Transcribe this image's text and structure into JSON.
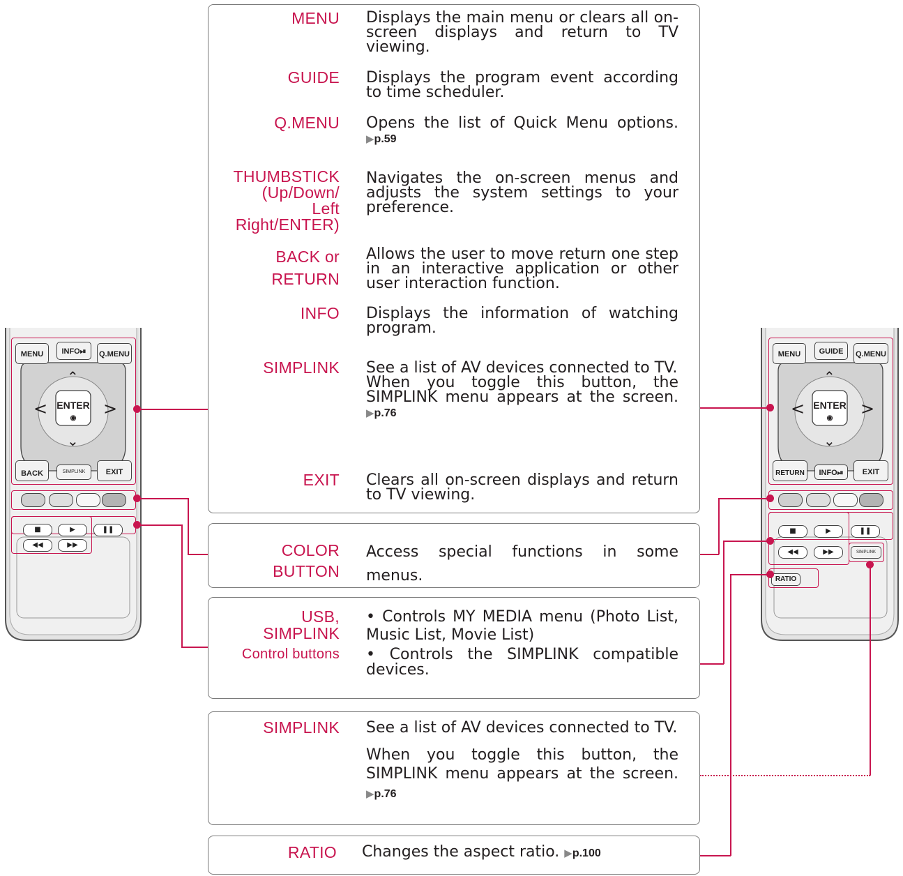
{
  "colors": {
    "accent": "#c8154f",
    "text": "#231f20",
    "border": "#7a7a7a",
    "remote_body": "#e4e4e4"
  },
  "main_box": {
    "entries": [
      {
        "term": "MENU",
        "desc": "Displays the main menu or clears all on-screen displays and return to TV viewing."
      },
      {
        "term": "GUIDE",
        "desc": "Displays the program event according to time scheduler."
      },
      {
        "term": "Q.MENU",
        "desc": "Opens the list of Quick Menu options.",
        "ref": "p.59"
      },
      {
        "term": "THUMBSTICK\n(Up/Down/\nLeft\nRight/ENTER)",
        "desc": "Navigates the on-screen menus and adjusts the system settings to your preference."
      },
      {
        "term": "BACK or\nRETURN",
        "desc": "Allows the user to move return one step in an interactive application or other user interaction function."
      },
      {
        "term": "INFO",
        "desc": "Displays the information of watching program."
      },
      {
        "term": "SIMPLINK",
        "desc": "See a list of AV devices connected to TV.",
        "desc2": "When you toggle this button, the SIMPLINK menu appears at the screen.",
        "ref": "p.76"
      },
      {
        "term": "EXIT",
        "desc": "Clears all on-screen displays and return to TV viewing."
      }
    ]
  },
  "color_box": {
    "term": "COLOR\nBUTTON",
    "desc": "Access special functions in some menus."
  },
  "usb_box": {
    "term": "USB,\nSIMPLINK",
    "term2": "Control buttons",
    "desc": "• Controls MY MEDIA menu (Photo List, Music List, Movie List)",
    "desc2": "• Controls the SIMPLINK compatible devices."
  },
  "simplink_box": {
    "term": "SIMPLINK",
    "desc": "See a list of AV devices connected to TV.",
    "desc2": "When you toggle this button, the SIMPLINK menu appears at the screen.",
    "ref": "p.76"
  },
  "ratio_box": {
    "term": "RATIO",
    "desc": "Changes the aspect ratio.",
    "ref": "p.100"
  },
  "left_remote": {
    "menu": "MENU",
    "info": "INFO",
    "qmenu": "Q.MENU",
    "enter": "ENTER",
    "back": "BACK",
    "simplink": "SIMPLINK",
    "exit": "EXIT"
  },
  "right_remote": {
    "menu": "MENU",
    "guide": "GUIDE",
    "qmenu": "Q.MENU",
    "enter": "ENTER",
    "return": "RETURN",
    "info": "INFO",
    "exit": "EXIT",
    "simplink": "SIMPLINK",
    "ratio": "RATIO"
  },
  "icons": {
    "up": "chevron-up-icon",
    "down": "chevron-down-icon",
    "left": "chevron-left-icon",
    "right": "chevron-right-icon",
    "power": "power-icon",
    "stop": "stop-icon",
    "play": "play-icon",
    "pause": "pause-icon",
    "rewind": "rewind-icon",
    "forward": "fast-forward-icon",
    "pointer": "pointer-icon"
  }
}
